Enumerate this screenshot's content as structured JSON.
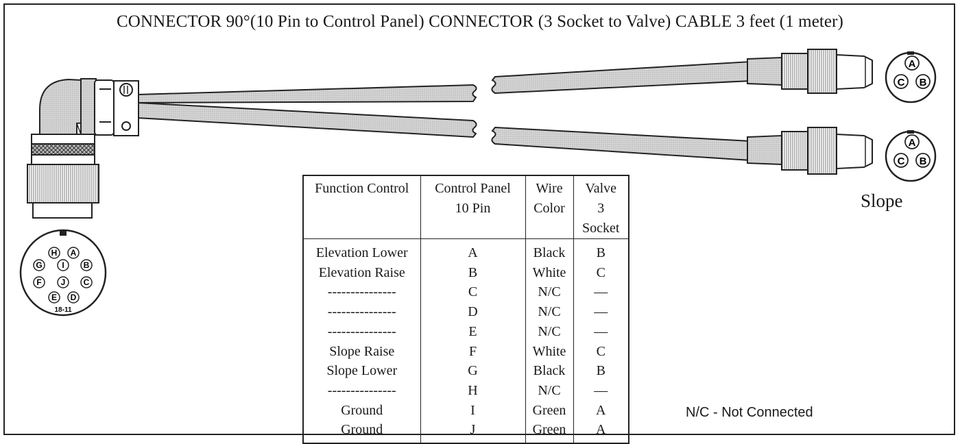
{
  "title": "CONNECTOR 90°(10 Pin to Control Panel) CONNECTOR (3 Socket to Valve) CABLE 3 feet (1 meter)",
  "table": {
    "headers": [
      [
        "Function Control",
        ""
      ],
      [
        "Control Panel",
        "10 Pin"
      ],
      [
        "Wire",
        "Color"
      ],
      [
        "Valve",
        "3 Socket"
      ]
    ],
    "rows": [
      [
        "Elevation Lower",
        "A",
        "Black",
        "B"
      ],
      [
        "Elevation Raise",
        "B",
        "White",
        "C"
      ],
      [
        "---------------",
        "C",
        "N/C",
        "—"
      ],
      [
        "---------------",
        "D",
        "N/C",
        "—"
      ],
      [
        "---------------",
        "E",
        "N/C",
        "—"
      ],
      [
        "Slope Raise",
        "F",
        "White",
        "C"
      ],
      [
        "Slope Lower",
        "G",
        "Black",
        "B"
      ],
      [
        "---------------",
        "H",
        "N/C",
        "—"
      ],
      [
        "Ground",
        "I",
        "Green",
        "A"
      ],
      [
        "Ground",
        "J",
        "Green",
        "A"
      ]
    ]
  },
  "labels": {
    "slope": "Slope",
    "nc_note": "N/C - Not Connected",
    "connector_part": "18-11"
  },
  "pins_10": [
    "A",
    "B",
    "C",
    "D",
    "E",
    "F",
    "G",
    "H",
    "I",
    "J"
  ],
  "pins_3": [
    "A",
    "B",
    "C"
  ]
}
